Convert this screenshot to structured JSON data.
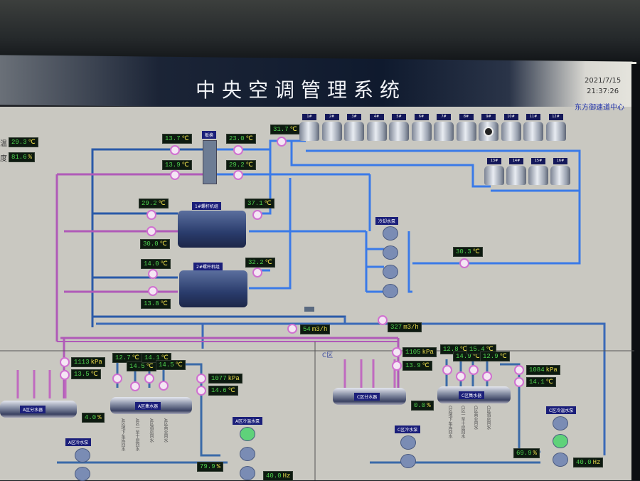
{
  "header": {
    "title": "中央空调管理系统",
    "date": "2021/7/15",
    "time": "21:37:26",
    "org": "东方御速道中心"
  },
  "outdoor": {
    "temp_label": "温",
    "temp": "29.3",
    "hum_label": "度",
    "hum": "81.6"
  },
  "units": {
    "c": "℃",
    "pct": "%",
    "kpa": "kPa",
    "flow": "m3/h",
    "hz": "Hz"
  },
  "plate_hx": {
    "label": "板换",
    "in_top": "13.7",
    "in_bottom": "13.9",
    "out_top": "23.0",
    "out_bottom": "29.2"
  },
  "tower_outlet": "31.7",
  "towers": [
    "1#",
    "2#",
    "3#",
    "4#",
    "5#",
    "6#",
    "7#",
    "8#",
    "9#",
    "10#",
    "11#",
    "12#",
    "13#",
    "14#",
    "15#",
    "16#"
  ],
  "stopped_tower": "9#",
  "chiller1": {
    "label": "1#螺杆机组",
    "t1": "29.2",
    "t2": "37.1",
    "t3": "30.0"
  },
  "chiller2": {
    "label": "2#螺杆机组",
    "t1": "14.0",
    "t2": "32.2",
    "t3": "13.8"
  },
  "cooling_pumps": {
    "label": "冷却水泵",
    "temp": "30.3"
  },
  "flows": {
    "f1": "54",
    "f2": "327"
  },
  "zoneA": {
    "supply_kpa": "1113",
    "supply_t": "13.5",
    "return_kpa": "1077",
    "return_t": "14.6",
    "valve": "4.0",
    "branch": [
      "12.7",
      "14.5",
      "14.1",
      "14.5"
    ],
    "vfd": "79.9",
    "hz": "40.0",
    "dist": "A区分水器",
    "coll": "A区集水器",
    "pump1": "A区冷水泵",
    "pump2": "A区冷温水泵",
    "vt": [
      "A区地下车库回水",
      "A区一至十层回水",
      "A区酒店回水",
      "A区商业回水"
    ]
  },
  "zoneC": {
    "name": "C区",
    "supply_kpa": "1105",
    "supply_t": "13.9",
    "return_kpa": "1084",
    "return_t": "14.1",
    "valve": "0.0",
    "branch": [
      "12.8",
      "14.9",
      "15.4",
      "12.9"
    ],
    "vfd": "69.9",
    "hz": "40.0",
    "dist": "C区分水器",
    "coll": "C区集水器",
    "pump1": "C区冷水泵",
    "pump2": "C区冷温水泵",
    "vt": [
      "C区地下车库回水",
      "C区一至十层回水",
      "C区商业回水",
      "C区酒店回水"
    ]
  }
}
